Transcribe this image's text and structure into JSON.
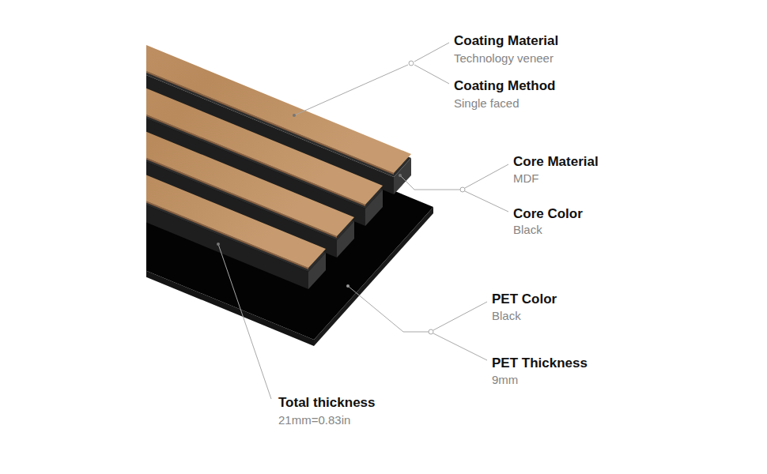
{
  "diagram": {
    "labels": [
      "Coating Material",
      "Technology veneer",
      "Coating Method",
      "Single faced",
      "Core Material",
      "MDF",
      "Core Color",
      "Black",
      "PET Color",
      "Black",
      "PET Thickness",
      "9mm",
      "Total thickness",
      "21mm=0.83in"
    ]
  }
}
